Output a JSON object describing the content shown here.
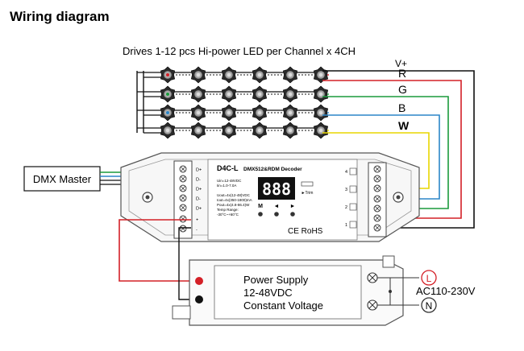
{
  "page_title": "Wiring diagram",
  "drives_caption": "Drives  1-12 pcs Hi-power LED per Channel x 4CH",
  "channel_labels": {
    "vplus": "V+",
    "r": "R",
    "g": "G",
    "b": "B",
    "w": "W"
  },
  "channel_colors": {
    "vplus": "#111111",
    "r": "#d42027",
    "g": "#1a9a3c",
    "b": "#2b86c8",
    "w": "#e8d600"
  },
  "dmx_master": {
    "label": "DMX Master"
  },
  "decoder": {
    "model": "D4C-L",
    "subtitle": "DMX512&RDM Decoder",
    "display_digits": "888",
    "spec_lines_top": [
      "Uin=12-48VDC",
      "Iin=1.0-7.0A"
    ],
    "spec_lines_mid": [
      "Uout=4x(12-48)VDC",
      "Iout=4x(350-1800)mA",
      "Pout=4x(4.8-86.4)W",
      "Temp Range:",
      "-30°C~+60°C"
    ],
    "button_labels": [
      "M",
      "◄",
      "►"
    ],
    "trim_label": "►Trim",
    "cert_marks": "CE RoHS",
    "input_terminal_labels": [
      "D+",
      "D-",
      "D+",
      "D-",
      "D+",
      "+",
      "-"
    ],
    "output_terminal_labels": [
      "4",
      "3",
      "2",
      "1"
    ]
  },
  "power_supply": {
    "lines": [
      "Power Supply",
      "12-48VDC",
      "Constant Voltage"
    ],
    "ac_label": "AC110-230V",
    "live_label": "L",
    "neutral_label": "N"
  },
  "led_grid": {
    "columns": 6,
    "rows": 4
  }
}
